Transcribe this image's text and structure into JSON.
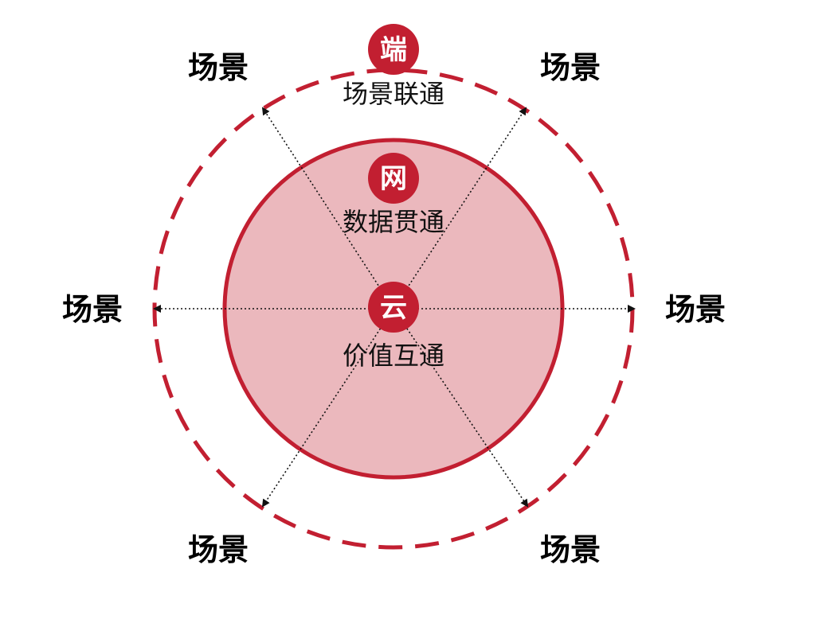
{
  "colors": {
    "accent": "#c21f31",
    "inner_fill": "#ebb8bd",
    "scene_text": "#000000",
    "label_text": "#111111",
    "arrow": "#111111"
  },
  "center": {
    "badge": "云",
    "label": "价值互通"
  },
  "middle": {
    "badge": "网",
    "label": "数据贯通"
  },
  "outer": {
    "badge": "端",
    "label": "场景联通"
  },
  "scenes": [
    {
      "label": "场景"
    },
    {
      "label": "场景"
    },
    {
      "label": "场景"
    },
    {
      "label": "场景"
    },
    {
      "label": "场景"
    },
    {
      "label": "场景"
    }
  ]
}
